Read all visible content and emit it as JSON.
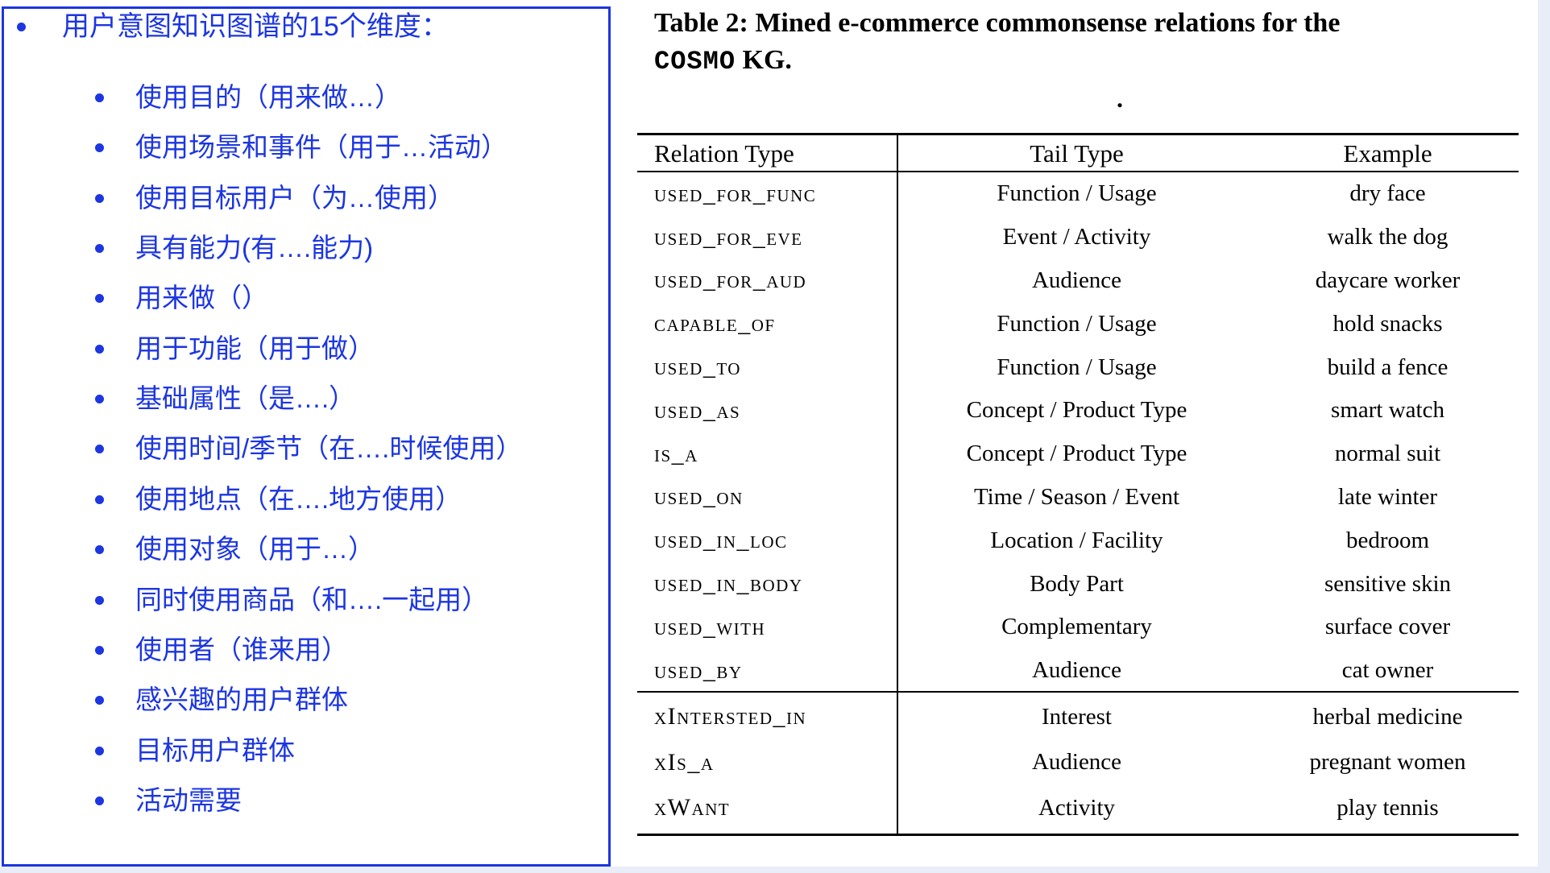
{
  "colors": {
    "accent_blue": "#1c36e0",
    "page_edge_blue": "#e8edf8",
    "table_ink": "#000000"
  },
  "left_panel": {
    "title": "用户意图知识图谱的15个维度：",
    "items": [
      "使用目的（用来做…）",
      "使用场景和事件（用于…活动）",
      "使用目标用户（为…使用）",
      "具有能力(有….能力)",
      "用来做（）",
      "用于功能（用于做）",
      "基础属性（是….）",
      "使用时间/季节（在….时候使用）",
      "使用地点（在….地方使用）",
      "使用对象（用于…）",
      "同时使用商品（和….一起用）",
      "使用者（谁来用）",
      "感兴趣的用户群体",
      "目标用户群体",
      "活动需要"
    ]
  },
  "right_panel": {
    "caption_line1": "Table 2: Mined e-commerce commonsense relations for the",
    "caption_kg": "COSMO",
    "caption_line2_rest": " KG.",
    "stray_mark": ".",
    "table": {
      "columns": [
        "Relation Type",
        "Tail Type",
        "Example"
      ],
      "sections": [
        {
          "rows": [
            {
              "relation": "USED_FOR_FUNC",
              "tail": "Function / Usage",
              "example": "dry face"
            },
            {
              "relation": "USED_FOR_EVE",
              "tail": "Event / Activity",
              "example": "walk the dog"
            },
            {
              "relation": "USED_FOR_AUD",
              "tail": "Audience",
              "example": "daycare worker"
            },
            {
              "relation": "CAPABLE_OF",
              "tail": "Function / Usage",
              "example": "hold snacks"
            },
            {
              "relation": "USED_TO",
              "tail": "Function / Usage",
              "example": "build a fence"
            },
            {
              "relation": "USED_AS",
              "tail": "Concept / Product Type",
              "example": "smart watch"
            },
            {
              "relation": "IS_A",
              "tail": "Concept / Product Type",
              "example": "normal suit"
            },
            {
              "relation": "USED_ON",
              "tail": "Time / Season / Event",
              "example": "late winter"
            },
            {
              "relation": "USED_IN_LOC",
              "tail": "Location / Facility",
              "example": "bedroom"
            },
            {
              "relation": "USED_IN_BODY",
              "tail": "Body Part",
              "example": "sensitive skin"
            },
            {
              "relation": "USED_WITH",
              "tail": "Complementary",
              "example": "surface cover"
            },
            {
              "relation": "USED_BY",
              "tail": "Audience",
              "example": "cat owner"
            }
          ]
        },
        {
          "rows": [
            {
              "relation": "xINTERSTED_IN",
              "tail": "Interest",
              "example": "herbal medicine"
            },
            {
              "relation": "xIS_A",
              "tail": "Audience",
              "example": "pregnant women"
            },
            {
              "relation": "xWANT",
              "tail": "Activity",
              "example": "play tennis"
            }
          ]
        }
      ]
    }
  }
}
